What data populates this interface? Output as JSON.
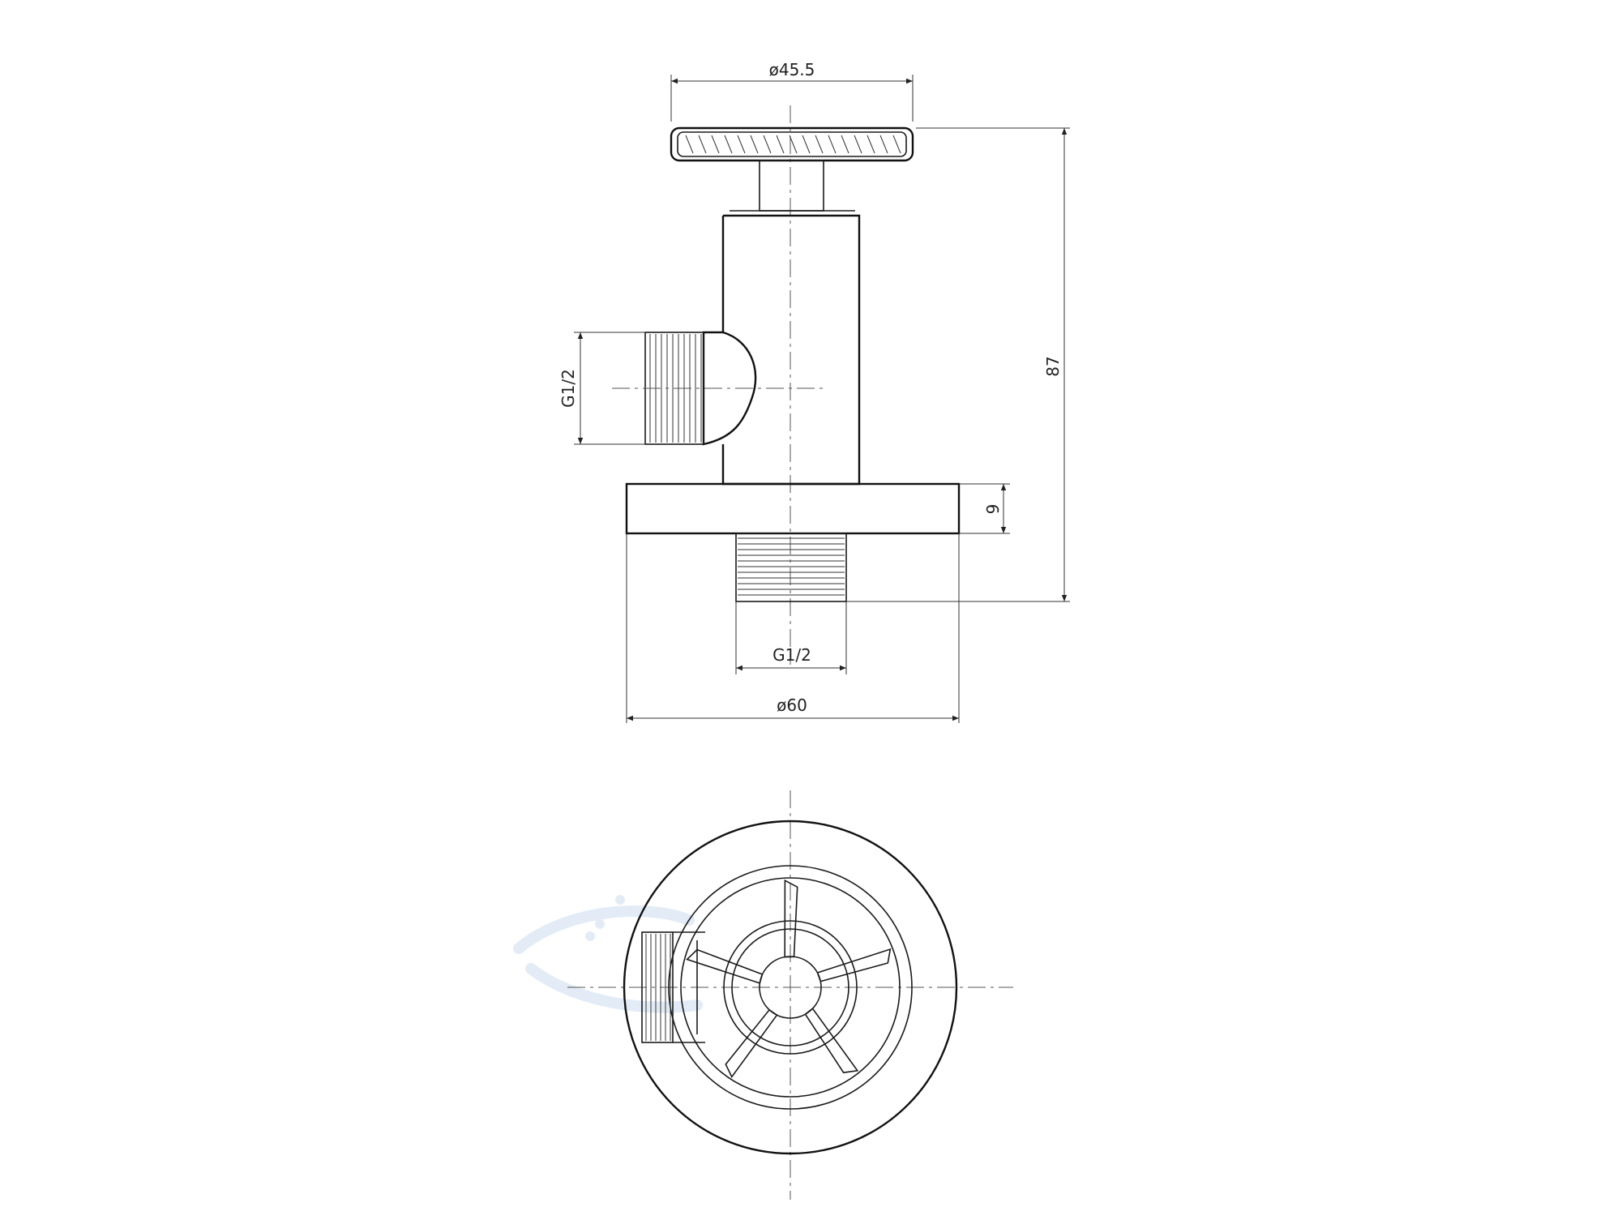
{
  "dimensions": {
    "handwheel_diameter": "ø45.5",
    "overall_height": "87",
    "side_thread": "G1/2",
    "bottom_thread": "G1/2",
    "flange_thickness": "9",
    "flange_diameter": "ø60"
  }
}
